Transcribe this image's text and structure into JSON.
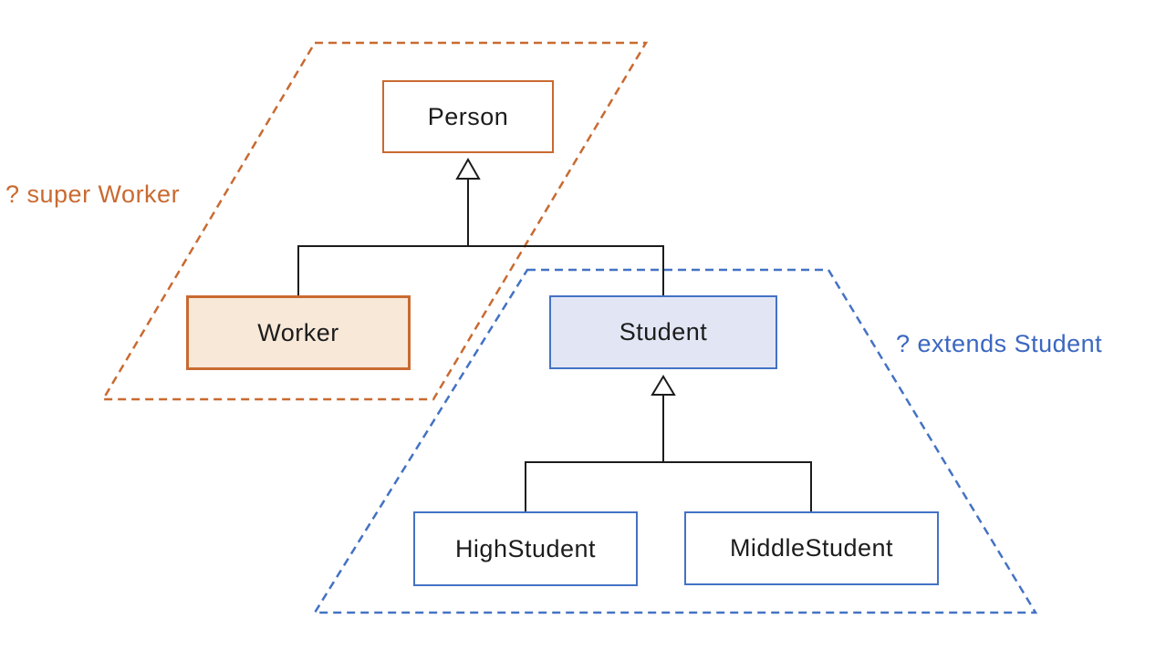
{
  "diagram": {
    "type": "class-inheritance-hierarchy",
    "nodes": {
      "person": {
        "label": "Person"
      },
      "worker": {
        "label": "Worker"
      },
      "student": {
        "label": "Student"
      },
      "high_student": {
        "label": "HighStudent"
      },
      "middle_student": {
        "label": "MiddleStudent"
      }
    },
    "regions": {
      "super_worker": {
        "label": "? super Worker",
        "color": "#c96a31",
        "shape": "dashed-parallelogram",
        "contains": [
          "Person",
          "Worker"
        ]
      },
      "extends_student": {
        "label": "? extends Student",
        "color": "#4472c4",
        "shape": "dashed-trapezoid",
        "contains": [
          "Student",
          "HighStudent",
          "MiddleStudent"
        ]
      }
    },
    "edges": [
      {
        "from": "Worker",
        "to": "Person",
        "type": "inheritance"
      },
      {
        "from": "Student",
        "to": "Person",
        "type": "inheritance"
      },
      {
        "from": "HighStudent",
        "to": "Student",
        "type": "inheritance"
      },
      {
        "from": "MiddleStudent",
        "to": "Student",
        "type": "inheritance"
      }
    ],
    "colors": {
      "orange_border": "#c96a31",
      "orange_fill": "#f8e8d8",
      "blue_border": "#4472c4",
      "blue_fill": "#e2e6f4",
      "connector_line": "#1c1c1c",
      "node_text": "#1c1c1c",
      "background": "#ffffff"
    }
  }
}
